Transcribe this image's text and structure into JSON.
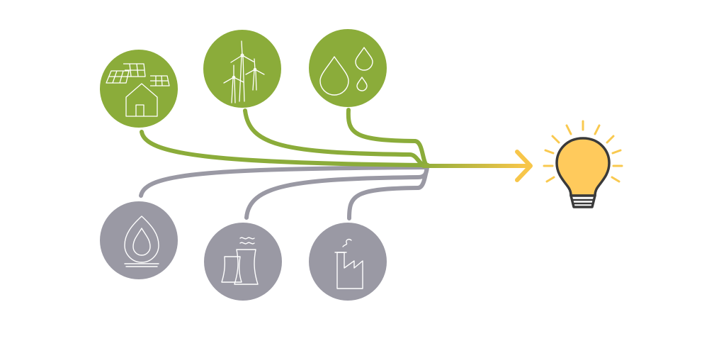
{
  "colors": {
    "renewable": "#8bac3a",
    "fossil": "#9a99a4",
    "arrow": "#f7c64a",
    "bulb_fill": "#ffca5c",
    "bulb_rays": "#f9c94f",
    "bulb_outline": "#3a3a3a",
    "icon_stroke": "#ffffff"
  },
  "sources": [
    {
      "id": "solar",
      "group": "renewable",
      "icon": "solar-panels-house-icon"
    },
    {
      "id": "wind",
      "group": "renewable",
      "icon": "wind-turbines-icon"
    },
    {
      "id": "hydro",
      "group": "renewable",
      "icon": "water-drops-icon"
    },
    {
      "id": "gas",
      "group": "fossil",
      "icon": "gas-flame-icon"
    },
    {
      "id": "nuclear",
      "group": "fossil",
      "icon": "cooling-towers-icon"
    },
    {
      "id": "coal",
      "group": "fossil",
      "icon": "factory-chimney-icon"
    }
  ],
  "target": {
    "icon": "light-bulb-icon"
  }
}
